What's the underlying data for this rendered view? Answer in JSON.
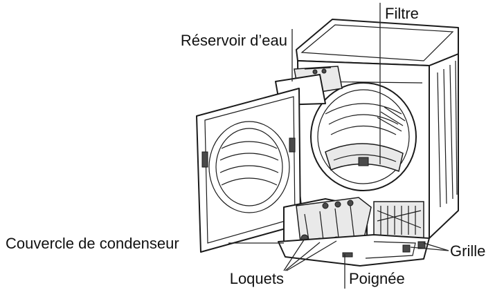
{
  "labels": {
    "filter": "Filtre",
    "water_tank": "Réservoir d’eau",
    "condenser_cover": "Couvercle de condenseur",
    "latches": "Loquets",
    "handle": "Poignée",
    "grille": "Grille"
  }
}
